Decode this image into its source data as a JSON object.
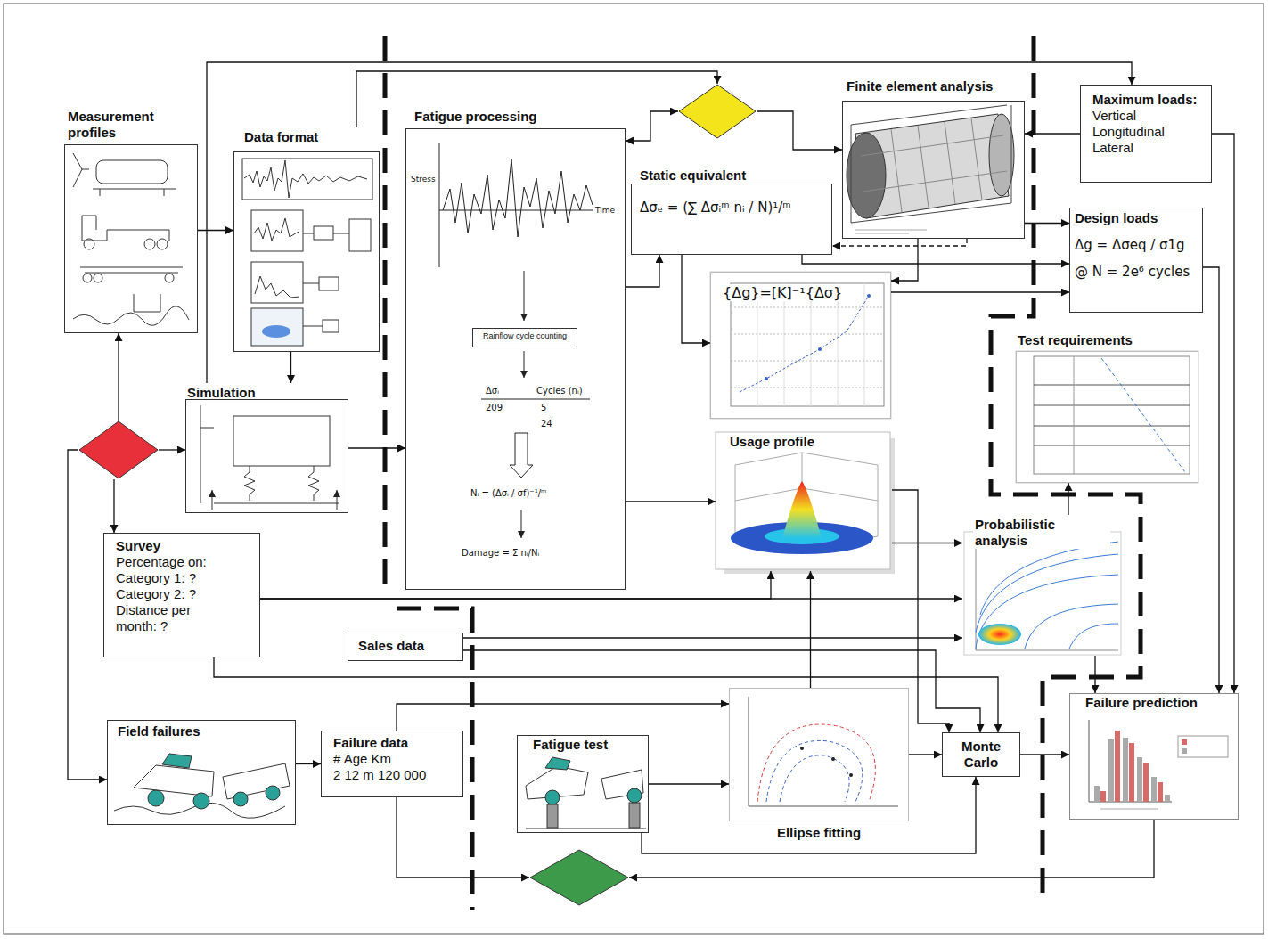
{
  "diagram": {
    "nodes": [
      {
        "text": [
          "Measurement profiles"
        ]
      },
      {
        "text": [
          "Data format"
        ]
      },
      {
        "text": [
          "Fatigue processing"
        ]
      },
      {
        "text": [
          "Rainflow cycle counting"
        ],
        "in": 2
      },
      {
        "text": []
      },
      {
        "text": [
          "Finite element analysis"
        ]
      },
      {
        "text": [
          "Maximum loads:",
          "Vertical Longitudinal Lateral"
        ]
      },
      {
        "text": [
          "Static equivalent",
          "Δσₑ = (∑ Δσᵢᵐ nᵢ / N)¹/ᵐ"
        ]
      },
      {
        "text": [
          "Design loads",
          "Δg = Δσeq / σ1g",
          "@ N = 2e⁶ cycles"
        ]
      },
      {
        "text": [
          "{Δg}=[K]⁻¹{Δσ}"
        ]
      },
      {
        "text": [
          "Test requirements"
        ]
      },
      {
        "text": [
          "Usage profile"
        ]
      },
      {
        "text": []
      },
      {
        "text": [
          "Simulation"
        ]
      },
      {
        "text": [
          "Survey",
          "Percentage on: Category 1: ? Category 2: ? Distance per month: ?"
        ]
      },
      {
        "text": [
          "Probabilistic analysis"
        ]
      },
      {
        "text": [
          "Sales data"
        ]
      },
      {
        "text": [
          "Field failures"
        ]
      },
      {
        "text": [
          "Failure data",
          "# Age Km",
          "2 12 m 120 000"
        ]
      },
      {
        "text": [
          "Fatigue test"
        ]
      },
      {
        "text": [
          "Ellipse fitting"
        ]
      },
      {
        "text": [
          "Monte Carlo"
        ]
      },
      {
        "text": [
          "Failure prediction"
        ]
      },
      {
        "text": []
      }
    ],
    "edges": [
      {
        "from": 12,
        "to": 0,
        "arrow": "to"
      },
      {
        "from": 12,
        "to": 13,
        "arrow": "to"
      },
      {
        "from": 12,
        "to": 14,
        "arrow": "to"
      },
      {
        "from": 12,
        "to": 17,
        "arrow": "to"
      },
      {
        "from": 0,
        "to": 1,
        "arrow": "to"
      },
      {
        "from": 1,
        "to": 13,
        "arrow": "to"
      },
      {
        "from": 13,
        "to": 2,
        "arrow": "to"
      },
      {
        "from": 13,
        "to": 6,
        "arrow": "to"
      },
      {
        "from": 1,
        "to": 4,
        "arrow": "to"
      },
      {
        "from": 4,
        "to": 2,
        "arrow": "both"
      },
      {
        "from": 4,
        "to": 5,
        "arrow": "to"
      },
      {
        "from": 6,
        "to": 5,
        "arrow": "to"
      },
      {
        "from": 2,
        "to": 7,
        "arrow": "to"
      },
      {
        "from": 2,
        "to": 11,
        "arrow": "to"
      },
      {
        "from": 7,
        "to": 9,
        "arrow": "to"
      },
      {
        "from": 5,
        "to": 8,
        "arrow": "to"
      },
      {
        "from": 5,
        "to": 7,
        "arrow": "to"
      },
      {
        "from": 7,
        "to": 8,
        "arrow": "to"
      },
      {
        "from": 5,
        "to": 9,
        "arrow": "to"
      },
      {
        "from": 9,
        "to": 8,
        "arrow": "to"
      },
      {
        "from": 8,
        "to": 22,
        "arrow": "to"
      },
      {
        "from": 6,
        "to": 22,
        "arrow": "to"
      },
      {
        "from": 11,
        "to": 15,
        "arrow": "to"
      },
      {
        "from": 11,
        "to": 21,
        "arrow": "to"
      },
      {
        "from": 15,
        "to": 10,
        "arrow": "to"
      },
      {
        "from": 15,
        "to": 22,
        "arrow": "to"
      },
      {
        "from": 14,
        "to": 15,
        "arrow": "to"
      },
      {
        "from": 14,
        "to": 11,
        "arrow": "to"
      },
      {
        "from": 16,
        "to": 15,
        "arrow": "to"
      },
      {
        "from": 16,
        "to": 21,
        "arrow": "to"
      },
      {
        "from": 14,
        "to": 21,
        "arrow": "to"
      },
      {
        "from": 17,
        "to": 18,
        "arrow": "to"
      },
      {
        "from": 18,
        "to": 20,
        "arrow": "to"
      },
      {
        "from": 18,
        "to": 23,
        "arrow": "to"
      },
      {
        "from": 19,
        "to": 20,
        "arrow": "to"
      },
      {
        "from": 20,
        "to": 11,
        "arrow": "to"
      },
      {
        "from": 20,
        "to": 21,
        "arrow": "to"
      },
      {
        "from": 19,
        "to": 21,
        "arrow": "to"
      },
      {
        "from": 21,
        "to": 22,
        "arrow": "to"
      },
      {
        "from": 22,
        "to": 23,
        "arrow": "to"
      }
    ],
    "labels": [
      "Stress",
      "Time",
      "Δσᵢ",
      "Cycles (nᵢ)",
      "209",
      "5",
      "24",
      "Nᵢ = (Δσᵢ / σf)⁻¹/ᵐ",
      "Damage = Σ nᵢ/Nᵢ"
    ]
  }
}
